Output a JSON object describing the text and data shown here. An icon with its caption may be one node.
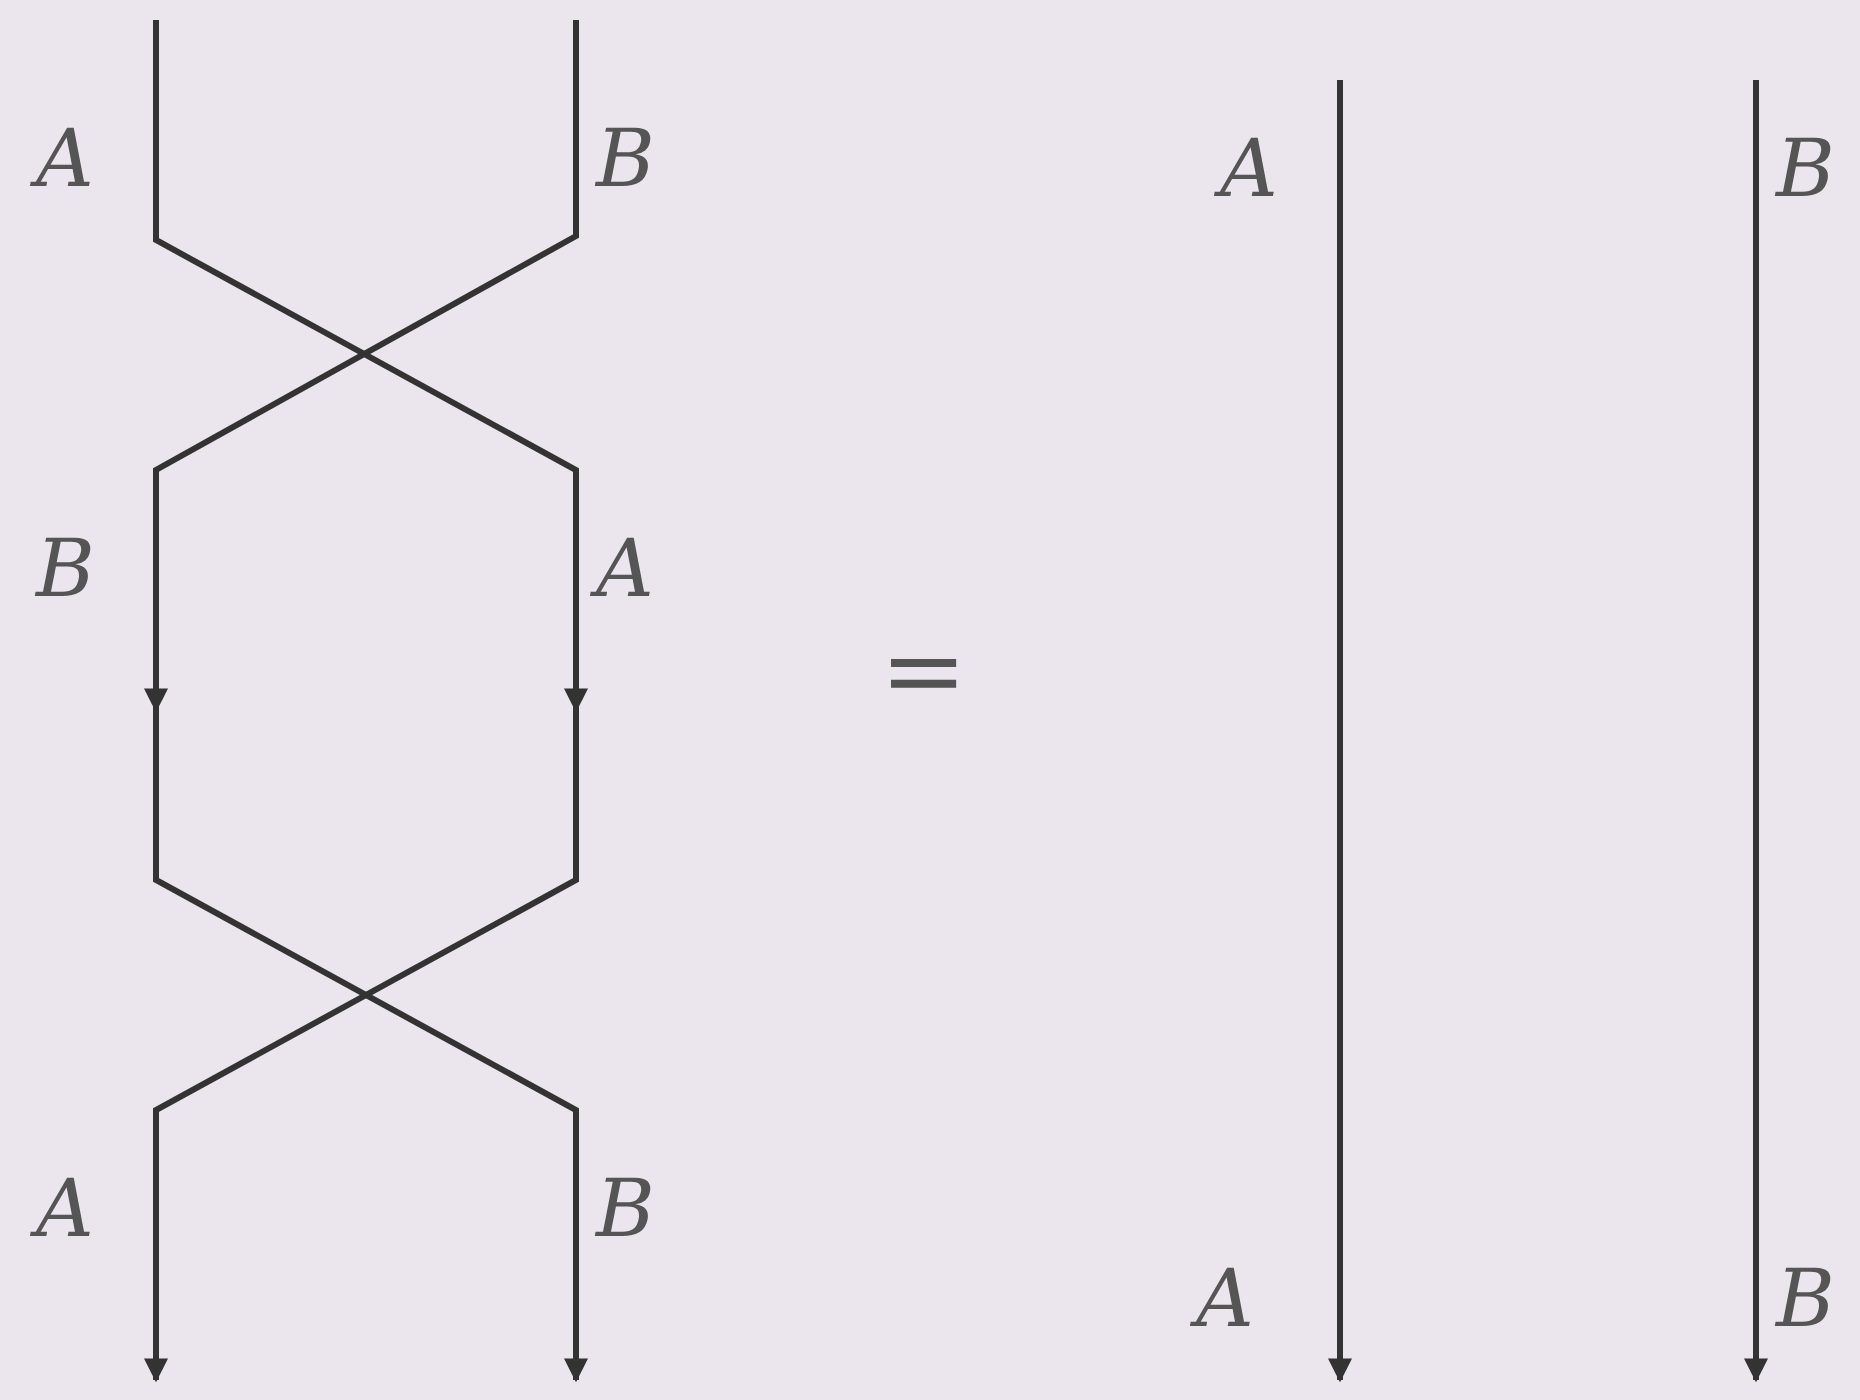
{
  "diagram": {
    "labels": [
      "A",
      "B",
      "A",
      "B",
      "B",
      "A",
      "=",
      "A",
      "B",
      "A",
      "B"
    ]
  }
}
